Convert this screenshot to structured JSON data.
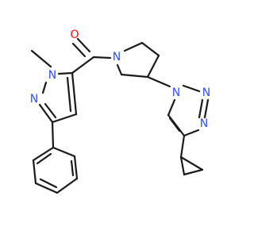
{
  "molecule": {
    "atoms": [
      {
        "id": "O1",
        "element": "O",
        "label": "O",
        "color": "#ff0d0d"
      },
      {
        "id": "N_pyrrolidine",
        "element": "N",
        "label": "N",
        "color": "#3050f8"
      },
      {
        "id": "N1_pyrazole",
        "element": "N",
        "label": "N",
        "color": "#3050f8"
      },
      {
        "id": "N2_pyrazole",
        "element": "N",
        "label": "N",
        "color": "#3050f8"
      },
      {
        "id": "N1_triazole",
        "element": "N",
        "label": "N",
        "color": "#3050f8"
      },
      {
        "id": "N2_triazole",
        "element": "N",
        "label": "N",
        "color": "#3050f8"
      },
      {
        "id": "N3_triazole",
        "element": "N",
        "label": "N",
        "color": "#3050f8"
      }
    ],
    "bond_color": "#1a1a1a"
  }
}
